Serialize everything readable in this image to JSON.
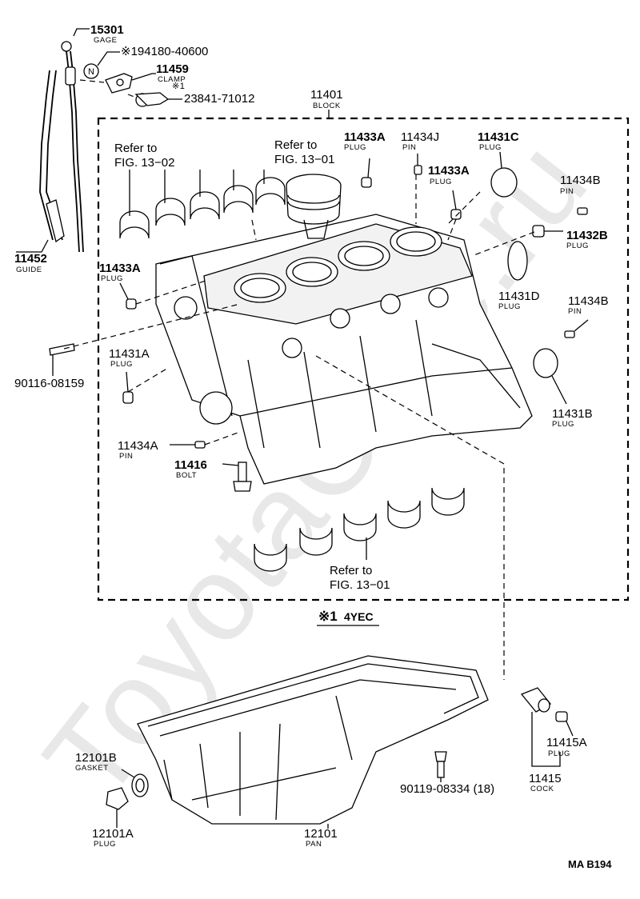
{
  "watermark": "ToyotaCore.ru",
  "callouts": {
    "gage": {
      "num": "15301",
      "name": "GAGE"
    },
    "gage_alt": {
      "num": "※194180-40600"
    },
    "n_mark": "N",
    "clamp": {
      "num": "11459",
      "name": "CLAMP"
    },
    "star1": "※1",
    "star1_num": "23841-71012",
    "block": {
      "num": "11401",
      "name": "BLOCK"
    },
    "guide": {
      "num": "11452",
      "name": "GUIDE"
    },
    "plug_11433a_top": {
      "num": "11433A",
      "name": "PLUG"
    },
    "pin_11434j": {
      "num": "11434J",
      "name": "PIN"
    },
    "plug_11431c": {
      "num": "11431C",
      "name": "PLUG"
    },
    "plug_11433a_mid": {
      "num": "11433A",
      "name": "PLUG"
    },
    "pin_11434b_top": {
      "num": "11434B",
      "name": "PIN"
    },
    "plug_11432b": {
      "num": "11432B",
      "name": "PLUG"
    },
    "plug_11433a_left": {
      "num": "11433A",
      "name": "PLUG"
    },
    "plug_11431d": {
      "num": "11431D",
      "name": "PLUG"
    },
    "pin_11434b_mid": {
      "num": "11434B",
      "name": "PIN"
    },
    "stud_90116": {
      "num": "90116-08159"
    },
    "plug_11431a": {
      "num": "11431A",
      "name": "PLUG"
    },
    "plug_11431b": {
      "num": "11431B",
      "name": "PLUG"
    },
    "pin_11434a": {
      "num": "11434A",
      "name": "PIN"
    },
    "bolt_11416": {
      "num": "11416",
      "name": "BOLT"
    },
    "gasket_12101b": {
      "num": "12101B",
      "name": "GASKET"
    },
    "plug_11415a": {
      "num": "11415A",
      "name": "PLUG"
    },
    "bolt_90119": {
      "num": "90119-08334 (18)"
    },
    "cock_11415": {
      "num": "11415",
      "name": "COCK"
    },
    "plug_12101a": {
      "num": "12101A",
      "name": "PLUG"
    },
    "pan_12101": {
      "num": "12101",
      "name": "PAN"
    }
  },
  "references": {
    "ref_13_02": {
      "line1": "Refer to",
      "line2": "FIG. 13−02"
    },
    "ref_13_01_top": {
      "line1": "Refer to",
      "line2": "FIG. 13−01"
    },
    "ref_13_01_bottom": {
      "line1": "Refer to",
      "line2": "FIG. 13−01"
    }
  },
  "engine_label": "※1",
  "engine_code": "4YEC",
  "figure_code": "MA B194"
}
